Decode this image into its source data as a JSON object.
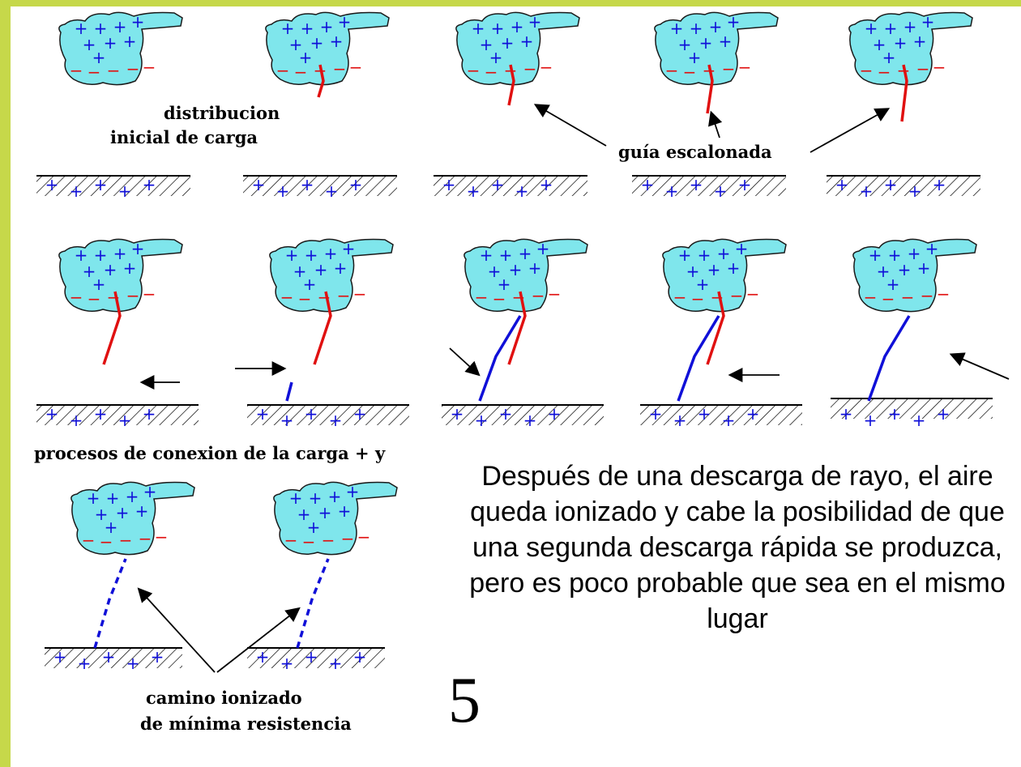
{
  "colors": {
    "frame": "#c6d84a",
    "cloud_fill": "#7fe6ec",
    "cloud_outline": "#1a1a1a",
    "positive_charge": "#1010d8",
    "negative_charge": "#e01010",
    "downward_leader": "#e01010",
    "upward_leader": "#1010d8",
    "ground_hatch": "#000000"
  },
  "labels": {
    "initial_distribution_line1": "distribucion",
    "initial_distribution_line2": "inicial de carga",
    "stepped_leader": "guía escalonada",
    "connection_process": "procesos de conexion de la carga + y",
    "ionized_path_line1": "camino ionizado",
    "ionized_path_line2": "de mínima resistencia"
  },
  "description": "Después de una descarga de rayo, el aire queda  ionizado y  cabe la posibilidad de que una segunda descarga rápida se produzca, pero es poco probable que sea en el mismo lugar",
  "slide_number": "5",
  "symbols": {
    "positive": "+",
    "negative": "−"
  }
}
